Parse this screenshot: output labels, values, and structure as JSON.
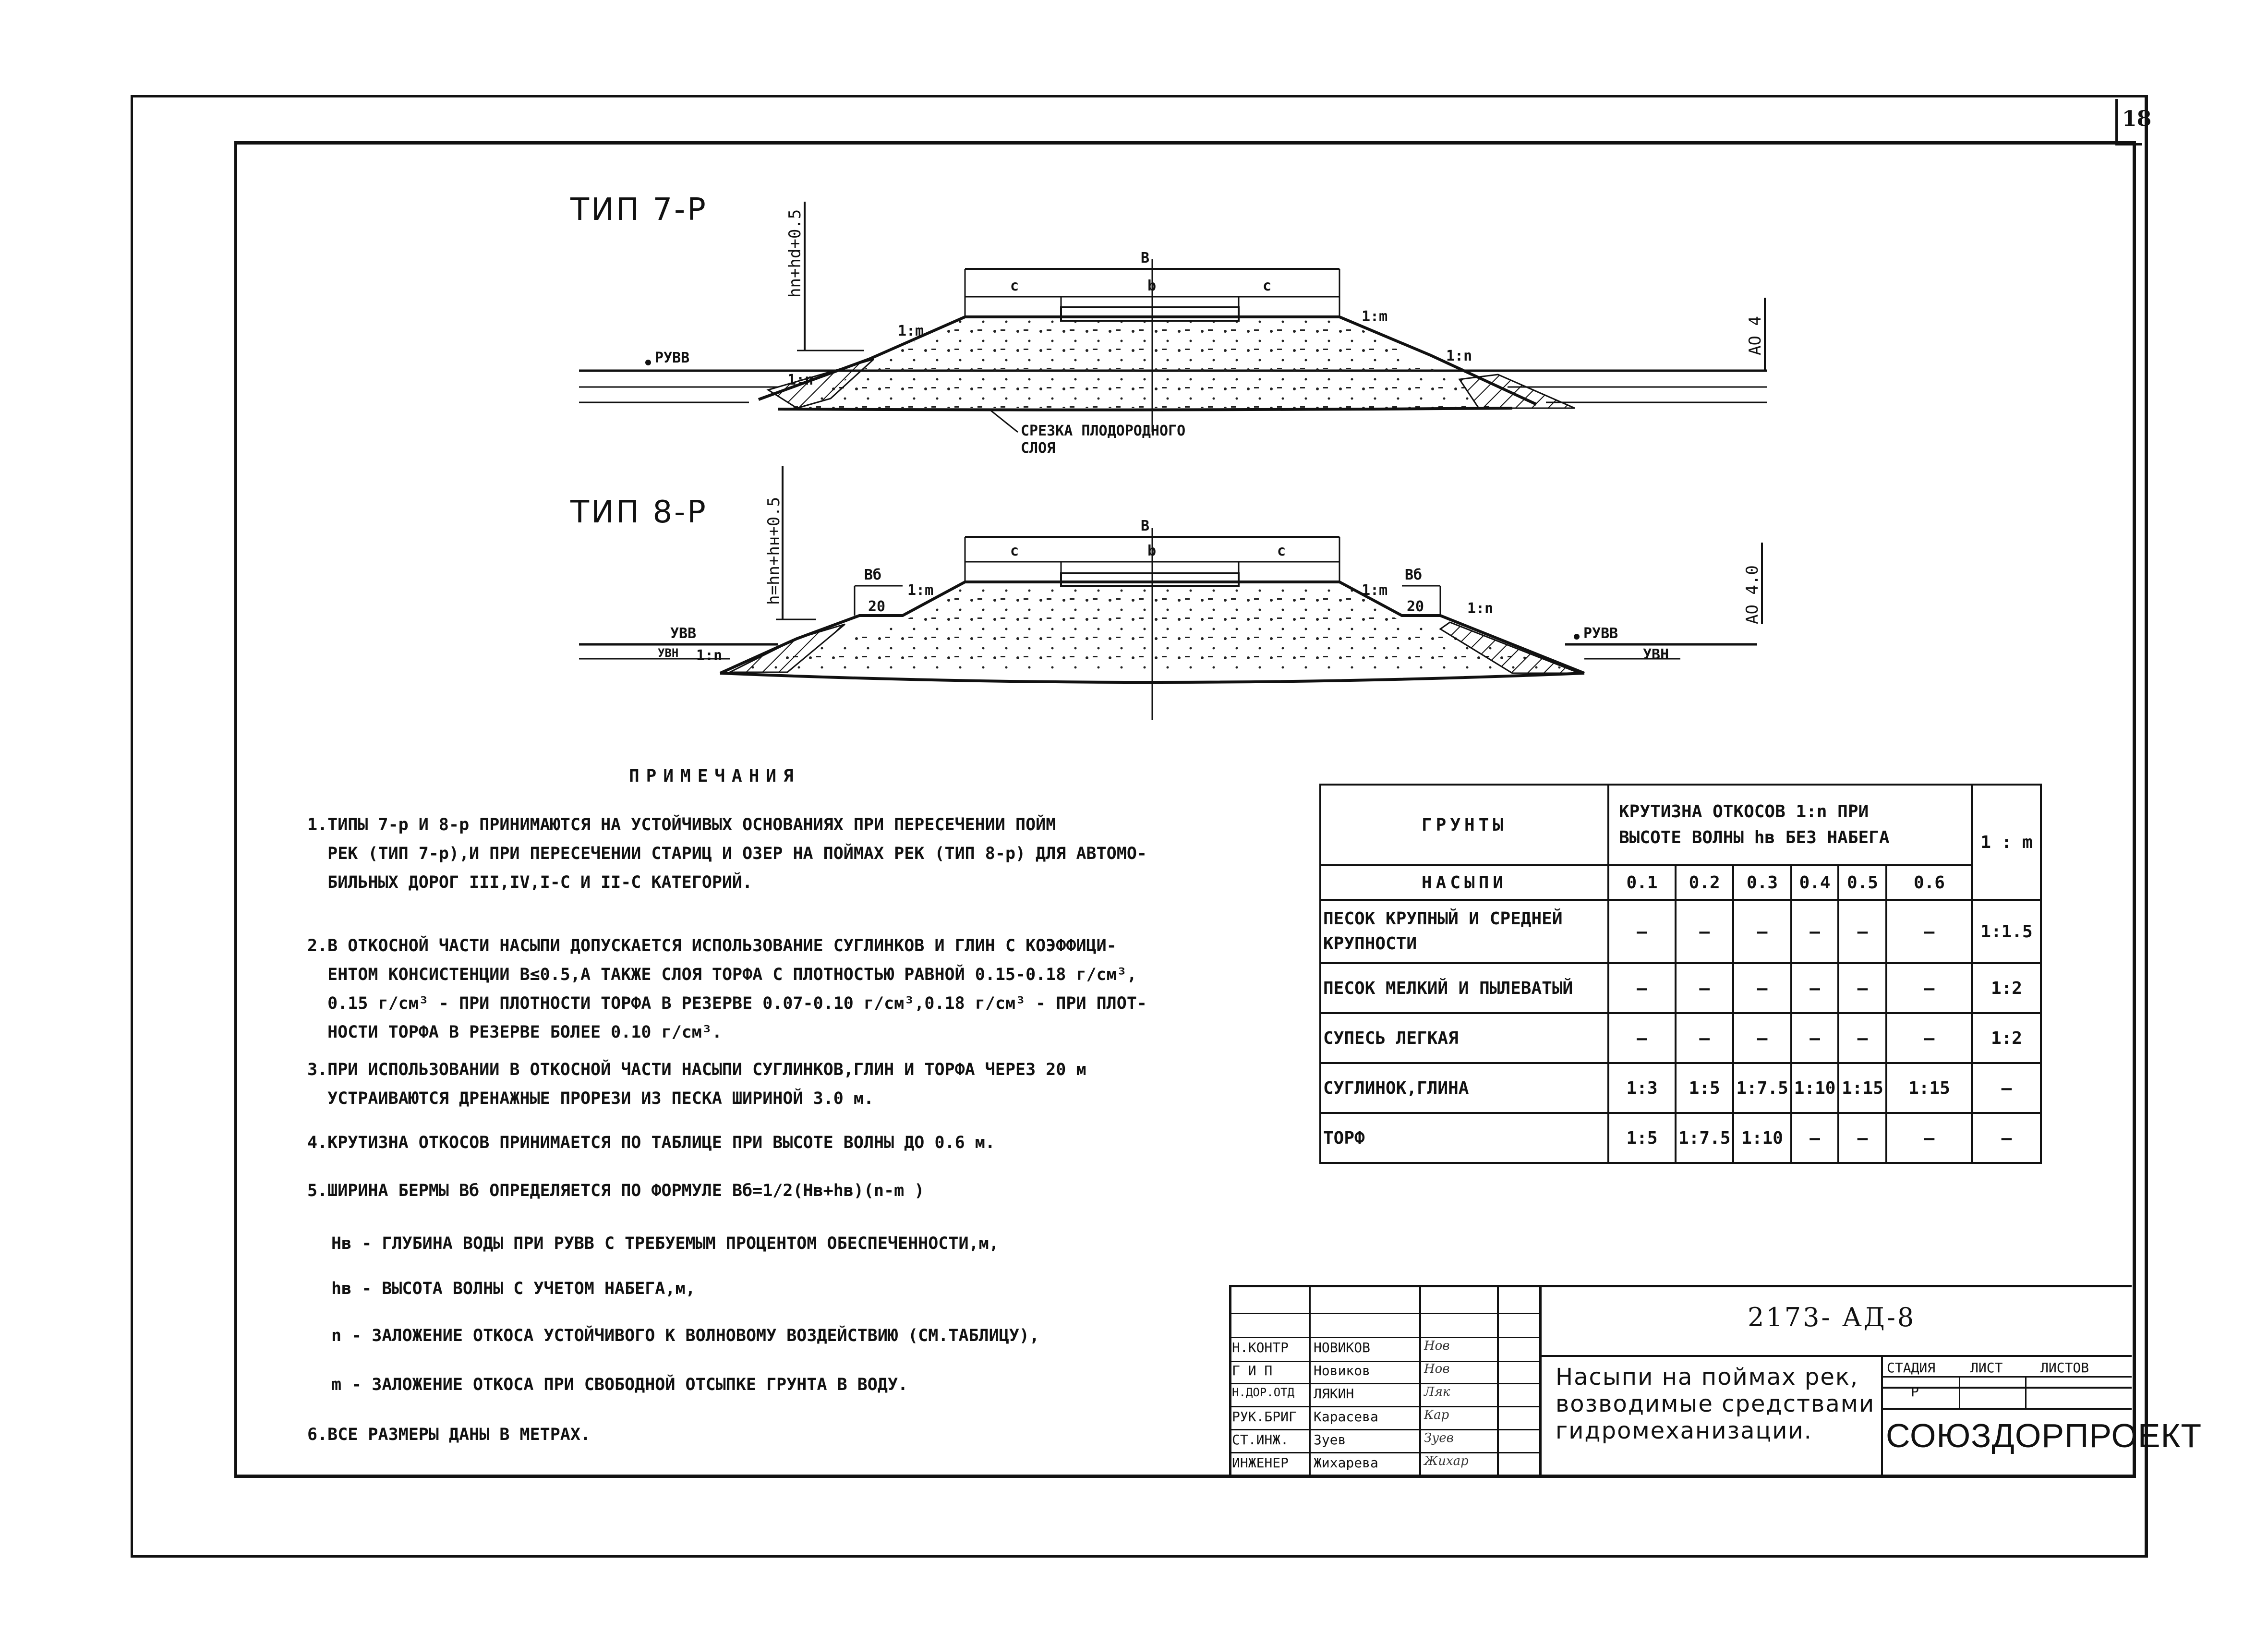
{
  "sheet_number": "18",
  "drawings": {
    "type7": {
      "title": "ТИП 7-Р",
      "height_dim": "hn+hd+0.5",
      "right_dim": "АО 4",
      "width_B": "B",
      "seg_c1": "c",
      "seg_b": "b",
      "seg_c2": "c",
      "slope_m_left": "1:m",
      "slope_m_right": "1:m",
      "slope_n_left": "1:n",
      "slope_n_right": "1:n",
      "ruvv": "РУВВ",
      "cut_note": "СРЕЗКА ПЛОДОРОДНОГО\nСЛОЯ"
    },
    "type8": {
      "title": "ТИП 8-Р",
      "height_dim": "h=hn+hн+0.5",
      "right_dim": "АО 4.0",
      "width_B": "B",
      "seg_c1": "c",
      "seg_b": "b",
      "seg_c2": "c",
      "berm_left": "Вб",
      "berm_right": "Вб",
      "berm_h_left": "20",
      "berm_h_right": "20",
      "slope_m_left": "1:m",
      "slope_m_right": "1:m",
      "slope_n_left": "1:n",
      "slope_n_right": "1:n",
      "uvv_left": "УВВ",
      "uvn_left": "УВН",
      "ruvv_right": "РУВВ",
      "uvn_right": "УВН"
    }
  },
  "notes": {
    "title": "ПРИМЕЧАНИЯ",
    "n1": "1.ТИПЫ 7-р И 8-р ПРИНИМАЮТСЯ НА УСТОЙЧИВЫХ ОСНОВАНИЯХ ПРИ ПЕРЕСЕЧЕНИИ ПОЙМ\n  РЕК (ТИП 7-р),И ПРИ ПЕРЕСЕЧЕНИИ СТАРИЦ И ОЗЕР НА ПОЙМАХ РЕК (ТИП 8-р) ДЛЯ АВТОМО-\n  БИЛЬНЫХ ДОРОГ III,IV,I-С И II-С КАТЕГОРИЙ.",
    "n2": "2.В ОТКОСНОЙ ЧАСТИ НАСЫПИ ДОПУСКАЕТСЯ ИСПОЛЬЗОВАНИЕ СУГЛИНКОВ И ГЛИН С КОЭФФИЦИ-\n  ЕНТОМ КОНСИСТЕНЦИИ В≤0.5,А ТАКЖЕ СЛОЯ ТОРФА С ПЛОТНОСТЬЮ РАВНОЙ 0.15-0.18 г/см³,\n  0.15 г/см³ - ПРИ ПЛОТНОСТИ ТОРФА В РЕЗЕРВЕ 0.07-0.10 г/см³,0.18 г/см³ - ПРИ ПЛОТ-\n  НОСТИ ТОРФА В РЕЗЕРВЕ БОЛЕЕ 0.10 г/см³.",
    "n3": "3.ПРИ ИСПОЛЬЗОВАНИИ В ОТКОСНОЙ ЧАСТИ НАСЫПИ СУГЛИНКОВ,ГЛИН И ТОРФА ЧЕРЕЗ 20 м\n  УСТРАИВАЮТСЯ ДРЕНАЖНЫЕ ПРОРЕЗИ ИЗ ПЕСКА ШИРИНОЙ 3.0 м.",
    "n4": "4.КРУТИЗНА ОТКОСОВ ПРИНИМАЕТСЯ ПО ТАБЛИЦЕ ПРИ ВЫСОТЕ ВОЛНЫ ДО 0.6 м.",
    "n5": "5.ШИРИНА БЕРМЫ Вб ОПРЕДЕЛЯЕТСЯ ПО ФОРМУЛЕ Вб=1/2(Нв+hв)(n-m )",
    "n5a": "Нв - ГЛУБИНА ВОДЫ ПРИ РУВВ С ТРЕБУЕМЫМ ПРОЦЕНТОМ ОБЕСПЕЧЕННОСТИ,м,",
    "n5b": "hв - ВЫСОТА ВОЛНЫ С УЧЕТОМ НАБЕГА,м,",
    "n5c": "n - ЗАЛОЖЕНИЕ ОТКОСА УСТОЙЧИВОГО К ВОЛНОВОМУ ВОЗДЕЙСТВИЮ (СМ.ТАБЛИЦУ),",
    "n5d": "m - ЗАЛОЖЕНИЕ ОТКОСА ПРИ СВОБОДНОЙ ОТСЫПКЕ ГРУНТА В ВОДУ.",
    "n6": "6.ВСЕ РАЗМЕРЫ ДАНЫ В МЕТРАХ."
  },
  "soil_table": {
    "h_soil_1": "ГРУНТЫ",
    "h_soil_2": "НАСЫПИ",
    "h_slope": "КРУТИЗНА ОТКОСОВ 1:n ПРИ\nВЫСОТЕ ВОЛНЫ hв БЕЗ НАБЕГА",
    "h_m": "1 : m",
    "heights": [
      "0.1",
      "0.2",
      "0.3",
      "0.4",
      "0.5",
      "0.6"
    ],
    "rows": [
      {
        "soil": "ПЕСОК КРУПНЫЙ И СРЕДНЕЙ\nКРУПНОСТИ",
        "n": [
          "—",
          "—",
          "—",
          "—",
          "—",
          "—"
        ],
        "m": "1:1.5"
      },
      {
        "soil": "ПЕСОК МЕЛКИЙ И ПЫЛЕВАТЫЙ",
        "n": [
          "—",
          "—",
          "—",
          "—",
          "—",
          "—"
        ],
        "m": "1:2"
      },
      {
        "soil": "СУПЕСЬ ЛЕГКАЯ",
        "n": [
          "—",
          "—",
          "—",
          "—",
          "—",
          "—"
        ],
        "m": "1:2"
      },
      {
        "soil": "СУГЛИНОК,ГЛИНА",
        "n": [
          "1:3",
          "1:5",
          "1:7.5",
          "1:10",
          "1:15",
          "1:15"
        ],
        "m": "—"
      },
      {
        "soil": "ТОРФ",
        "n": [
          "1:5",
          "1:7.5",
          "1:10",
          "—",
          "—",
          "—"
        ],
        "m": "—"
      }
    ]
  },
  "title_block": {
    "roles": [
      "Н.КОНТР",
      "Г И П",
      "Н.ДОР.ОТД",
      "РУК.БРИГ",
      "СТ.ИНЖ.",
      "ИНЖЕНЕР"
    ],
    "names": [
      "НОВИКОВ",
      "Новиков",
      "ЛЯКИН",
      "Карасева",
      "Зуев",
      "Жихарева"
    ],
    "signatures": [
      "Нов",
      "Нов",
      "Ляк",
      "Кар",
      "Зуев",
      "Жихар"
    ],
    "code": "2173- АД-8",
    "title": "Насыпи на поймах рек,\nвозводимые средствами\nгидромеханизации.",
    "stage_label": "СТАДИЯ",
    "sheet_label": "ЛИСТ",
    "sheets_label": "ЛИСТОВ",
    "stage_value": "Р",
    "organization": "СОЮЗДОРПРОЕКТ"
  }
}
